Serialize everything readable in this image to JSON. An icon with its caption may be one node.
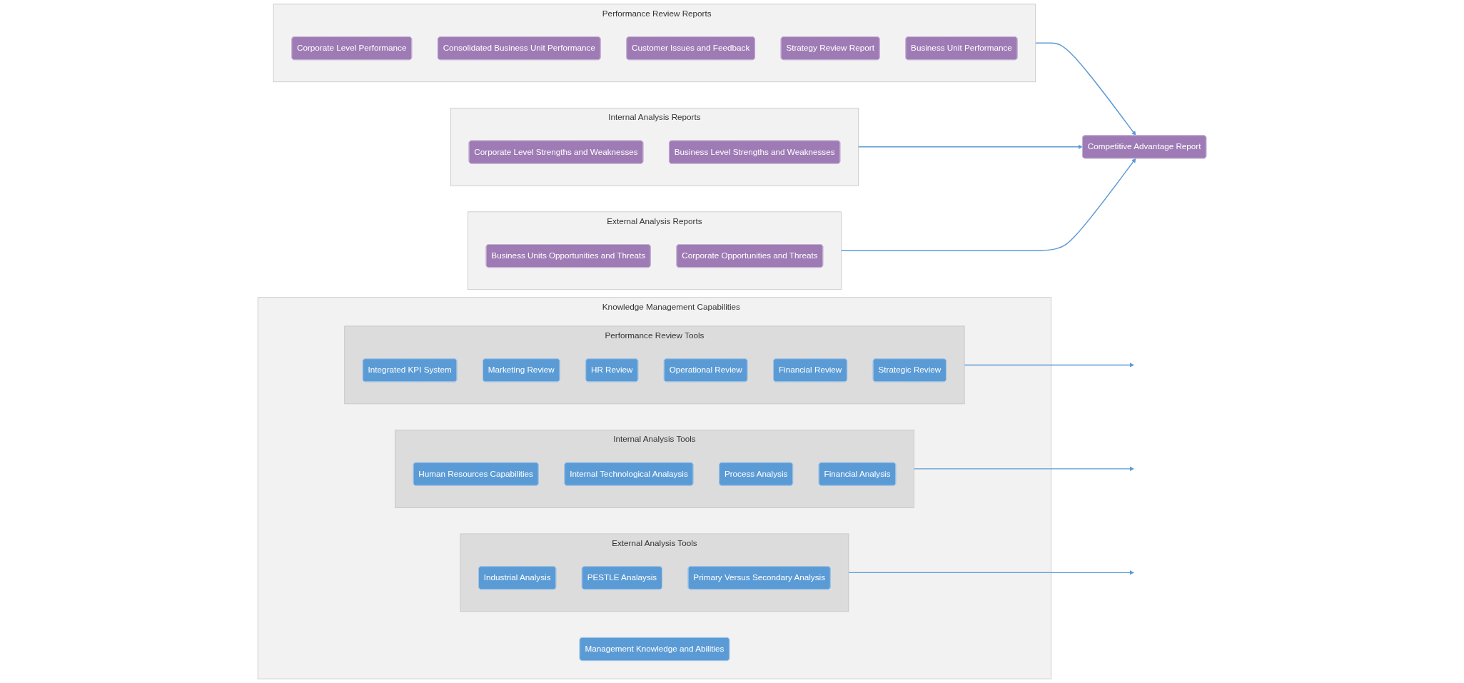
{
  "diagram": {
    "nodes": [
      {
        "text": [
          "Knowledge Management Capabilities"
        ]
      },
      {
        "text": [
          "Management Knowledge and Abilities"
        ],
        "in": 0
      },
      {
        "text": [
          "External Analysis Tools"
        ],
        "in": 0
      },
      {
        "text": [
          "Industrial Analysis"
        ],
        "in": 2
      },
      {
        "text": [
          "PESTLE Analaysis"
        ],
        "in": 2
      },
      {
        "text": [
          "Primary Versus Secondary Analysis"
        ],
        "in": 2
      },
      {
        "text": [
          "Internal Analysis Tools"
        ],
        "in": 0
      },
      {
        "text": [
          "Human Resources Capabilities"
        ],
        "in": 6
      },
      {
        "text": [
          "Internal Technological Analaysis"
        ],
        "in": 6
      },
      {
        "text": [
          "Process Analysis"
        ],
        "in": 6
      },
      {
        "text": [
          "Financial Analysis"
        ],
        "in": 6
      },
      {
        "text": [
          "Performance Review Tools"
        ],
        "in": 0
      },
      {
        "text": [
          "Integrated KPI System"
        ],
        "in": 11
      },
      {
        "text": [
          "Marketing Review"
        ],
        "in": 11
      },
      {
        "text": [
          "HR Review"
        ],
        "in": 11
      },
      {
        "text": [
          "Operational Review"
        ],
        "in": 11
      },
      {
        "text": [
          "Financial Review"
        ],
        "in": 11
      },
      {
        "text": [
          "Strategic Review"
        ],
        "in": 11
      },
      {
        "text": [
          "Performance Review Reports"
        ]
      },
      {
        "text": [
          "Corporate Level Performance"
        ],
        "in": 18
      },
      {
        "text": [
          "Consolidated Business Unit Performance"
        ],
        "in": 18
      },
      {
        "text": [
          "Customer Issues and Feedback"
        ],
        "in": 18
      },
      {
        "text": [
          "Strategy Review Report"
        ],
        "in": 18
      },
      {
        "text": [
          "Business Unit Performance"
        ],
        "in": 18
      },
      {
        "text": [
          "Internal Analysis Reports"
        ]
      },
      {
        "text": [
          "Corporate Level Strengths and Weaknesses"
        ],
        "in": 24
      },
      {
        "text": [
          "Business Level Strengths and Weaknesses"
        ],
        "in": 24
      },
      {
        "text": [
          "External Analysis Reports"
        ]
      },
      {
        "text": [
          "Business Units Opportunities and Threats"
        ],
        "in": 27
      },
      {
        "text": [
          "Corporate Opportunities and Threats"
        ],
        "in": 27
      },
      {
        "text": [
          "Competitive Advantage Report"
        ]
      }
    ],
    "edges": [
      {
        "from": 2,
        "to": null,
        "arrow": "to"
      },
      {
        "from": 6,
        "to": null,
        "arrow": "to"
      },
      {
        "from": 11,
        "to": null,
        "arrow": "to"
      },
      {
        "from": 18,
        "to": 30,
        "arrow": "to"
      },
      {
        "from": 24,
        "to": 30,
        "arrow": "to"
      },
      {
        "from": 27,
        "to": 30,
        "arrow": "to"
      }
    ]
  }
}
